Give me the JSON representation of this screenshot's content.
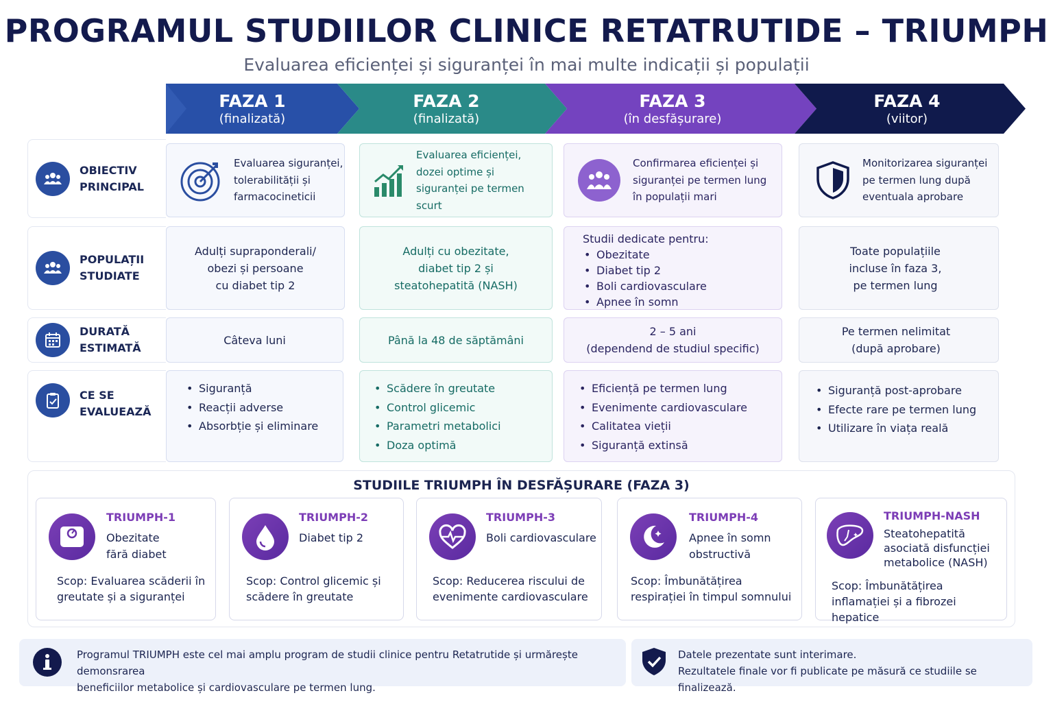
{
  "title": "PROGRAMUL STUDIILOR CLINICE RETATRUTIDE – TRIUMPH",
  "subtitle": "Evaluarea eficienței și siguranței în mai multe indicații și populații",
  "colors": {
    "phase1": "#2850a8",
    "phase2": "#2a8a88",
    "phase3": "#7443bf",
    "phase4": "#101a4c",
    "accent_purple": "#7c3db6"
  },
  "phases": [
    {
      "name": "FAZA 1",
      "status": "(finalizată)"
    },
    {
      "name": "FAZA 2",
      "status": "(finalizată)"
    },
    {
      "name": "FAZA 3",
      "status": "(în desfășurare)"
    },
    {
      "name": "FAZA 4",
      "status": "(viitor)"
    }
  ],
  "rows": [
    {
      "label": "OBIECTIV\nPRINCIPAL",
      "icon": "people-group-icon"
    },
    {
      "label": "POPULAȚII\nSTUDIATE",
      "icon": "people-group-icon"
    },
    {
      "label": "DURATĂ\nESTIMATĂ",
      "icon": "calendar-icon"
    },
    {
      "label": "CE SE\nEVALUEAZĂ",
      "icon": "clipboard-check-icon"
    }
  ],
  "objectives": [
    {
      "text": "Evaluarea siguranței,\ntolerabilității și\nfarmacocineticii",
      "icon": "target-icon"
    },
    {
      "text": "Evaluarea eficienței,\ndozei optime și\nsiguranței pe termen scurt",
      "icon": "growth-chart-icon"
    },
    {
      "text": "Confirmarea eficienței și\nsiguranței pe termen lung\nîn populații mari",
      "icon": "people-group-icon"
    },
    {
      "text": "Monitorizarea siguranței\npe termen lung după\neventuala aprobare",
      "icon": "shield-icon"
    }
  ],
  "populations": {
    "phase1": "Adulți supraponderali/\nobezi și persoane\ncu diabet tip 2",
    "phase2": "Adulți cu obezitate,\ndiabet tip 2 și\nsteatohepatită (NASH)",
    "phase3": {
      "heading": "Studii dedicate pentru:",
      "items": [
        "Obezitate",
        "Diabet tip 2",
        "Boli cardiovasculare",
        "Apnee în somn"
      ]
    },
    "phase4": "Toate populațiile\nincluse în faza 3,\npe termen lung"
  },
  "durations": [
    "Câteva luni",
    "Până la 48 de săptămâni",
    "2 – 5 ani\n(dependend de studiul specific)",
    "Pe termen nelimitat\n(după aprobare)"
  ],
  "evaluations": [
    [
      "Siguranță",
      "Reacții adverse",
      "Absorbție și eliminare"
    ],
    [
      "Scădere în greutate",
      "Control glicemic",
      "Parametri metabolici",
      "Doza optimă"
    ],
    [
      "Eficiență pe termen lung",
      "Evenimente cardiovasculare",
      "Calitatea vieții",
      "Siguranță extinsă"
    ],
    [
      "Siguranță post-aprobare",
      "Efecte rare pe termen lung",
      "Utilizare în viața reală"
    ]
  ],
  "studies_title": "STUDIILE TRIUMPH ÎN DESFĂȘURARE (FAZA 3)",
  "studies": [
    {
      "name": "TRIUMPH-1",
      "desc": "Obezitate\nfără diabet",
      "scope_label": "Scop:",
      "scope": "Evaluarea scăderii în greutate și a siguranței",
      "icon": "scale-icon"
    },
    {
      "name": "TRIUMPH-2",
      "desc": "Diabet tip 2",
      "scope_label": "Scop:",
      "scope": "Control glicemic și scădere în greutate",
      "icon": "drop-icon"
    },
    {
      "name": "TRIUMPH-3",
      "desc": "Boli cardiovasculare",
      "scope_label": "Scop:",
      "scope": "Reducerea riscului de evenimente cardiovasculare",
      "icon": "heart-pulse-icon"
    },
    {
      "name": "TRIUMPH-4",
      "desc": "Apnee în somn\nobstructivă",
      "scope_label": "Scop:",
      "scope": "Îmbunătățirea respirației în timpul somnului",
      "icon": "moon-icon"
    },
    {
      "name": "TRIUMPH-NASH",
      "desc": "Steatohepatită\nasociată disfuncției\nmetabolice (NASH)",
      "scope_label": "Scop:",
      "scope": "Îmbunătățirea inflamației și a fibrozei hepatice",
      "icon": "liver-icon"
    }
  ],
  "notes": {
    "info_line1": "Programul TRIUMPH este cel mai amplu program de studii clinice pentru Retatrutide și urmărește demonsrarea",
    "info_line2": "beneficiilor metabolice și cardiovasculare pe termen lung.",
    "interim_line1": "Datele prezentate sunt interimare.",
    "interim_line2": "Rezultatele finale vor fi publicate pe măsură ce studiile se finalizează."
  }
}
